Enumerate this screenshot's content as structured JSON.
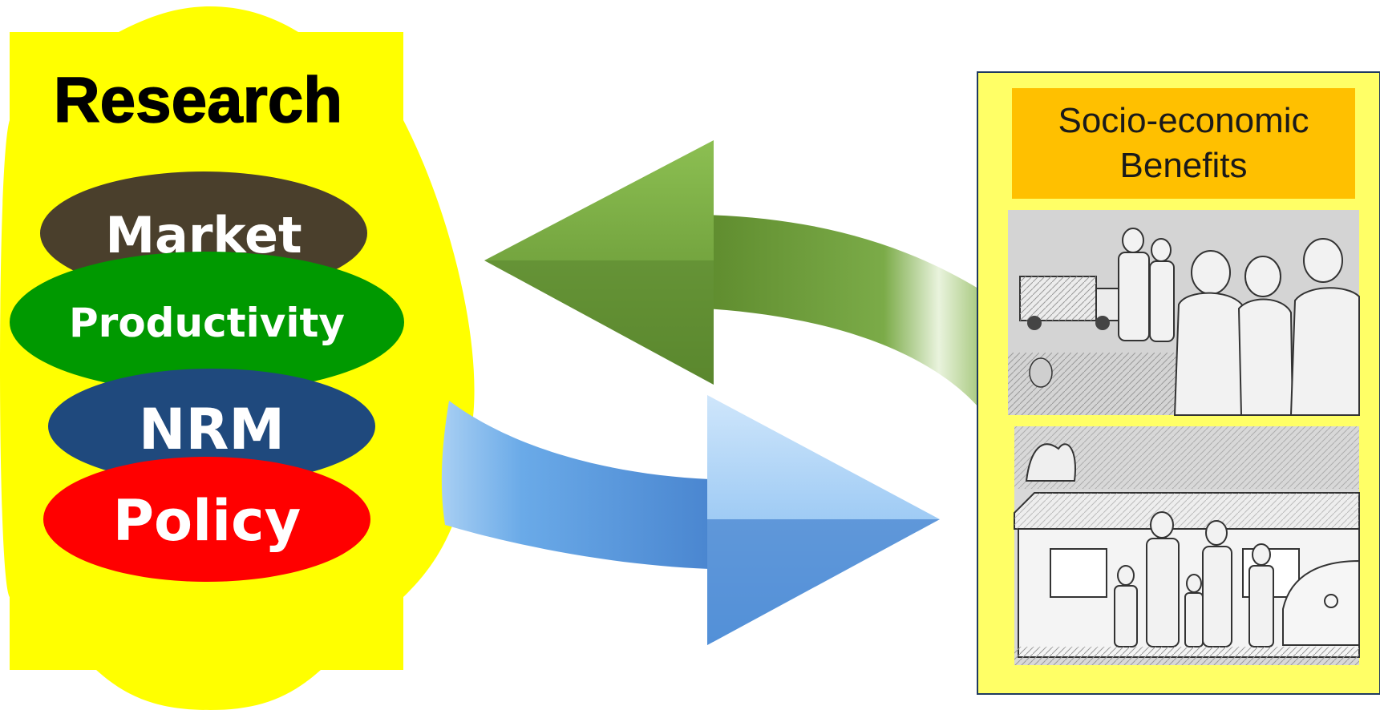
{
  "research": {
    "title": "Research",
    "items": [
      {
        "label": "Market",
        "color": "#4a3f2c"
      },
      {
        "label": "Productivity",
        "color": "#009900"
      },
      {
        "label": "NRM",
        "color": "#1f497d"
      },
      {
        "label": "Policy",
        "color": "#ff0000"
      }
    ],
    "background_color": "#ffff00"
  },
  "cycle": {
    "feedback_arrow_color": "#6a9a3a",
    "impact_arrow_color": "#4f8fd8"
  },
  "benefits": {
    "title_line1": "Socio-economic",
    "title_line2": "Benefits",
    "panel_color": "#ffff66",
    "header_color": "#ffc000",
    "images": [
      "market-scene-illustration",
      "family-house-illustration"
    ]
  }
}
